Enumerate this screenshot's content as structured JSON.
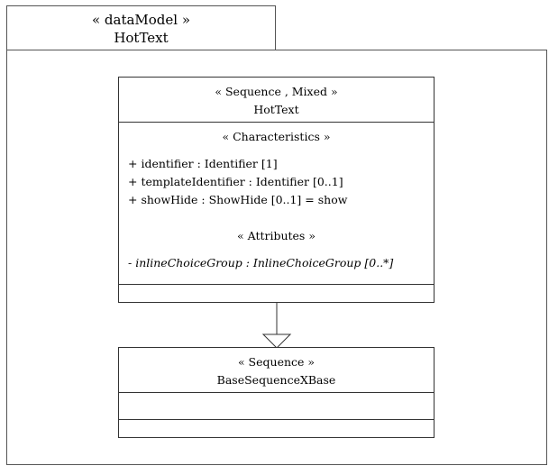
{
  "package": {
    "stereotype": "« dataModel »",
    "name": "HotText"
  },
  "classes": {
    "hottext": {
      "stereotype": "« Sequence , Mixed »",
      "name": "HotText",
      "characteristics_header": "« Characteristics »",
      "characteristics": [
        "+ identifier : Identifier [1]",
        "+ templateIdentifier : Identifier [0..1]",
        "+ showHide : ShowHide [0..1] = show"
      ],
      "attributes_header": "« Attributes »",
      "attributes": [
        "- inlineChoiceGroup : InlineChoiceGroup [0..*]"
      ]
    },
    "base": {
      "stereotype": "« Sequence »",
      "name": "BaseSequenceXBase"
    }
  }
}
